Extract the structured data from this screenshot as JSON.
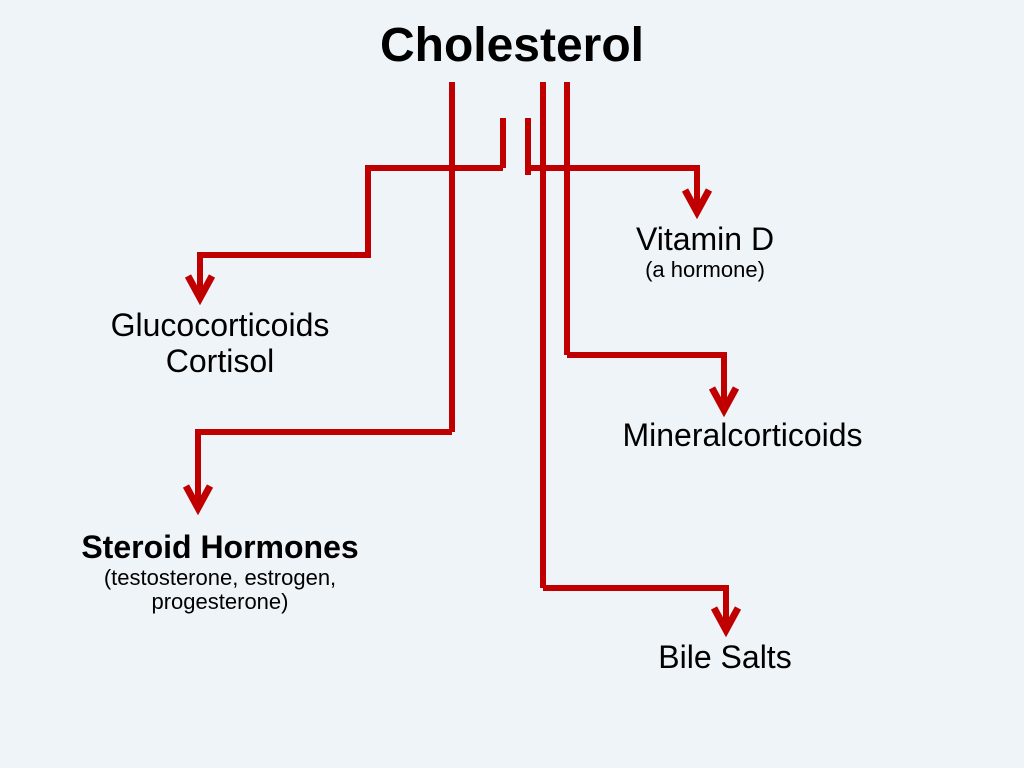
{
  "diagram": {
    "title": "Cholesterol",
    "background_color": "#eef4f8",
    "arrow_color": "#c00000",
    "text_color": "#000000",
    "nodes": [
      {
        "id": "glucocorticoids",
        "line1": "Glucocorticoids",
        "line2": "Cortisol"
      },
      {
        "id": "steroid-hormones",
        "line1": "Steroid Hormones",
        "line2": "(testosterone, estrogen,",
        "line3": "progesterone)"
      },
      {
        "id": "vitamin-d",
        "line1": "Vitamin D",
        "line2": "(a hormone)"
      },
      {
        "id": "mineralcorticoids",
        "line1": "Mineralcorticoids"
      },
      {
        "id": "bile-salts",
        "line1": "Bile Salts"
      }
    ]
  }
}
